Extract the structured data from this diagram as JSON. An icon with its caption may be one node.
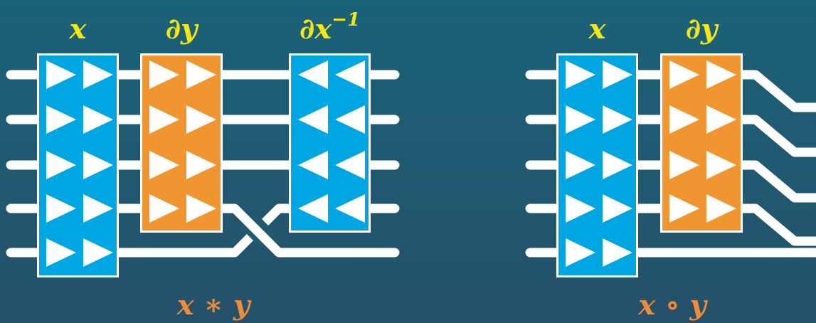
{
  "diagram": {
    "nodes": [
      {
        "text": [
          "x"
        ]
      },
      {
        "text": [
          "∂y"
        ]
      },
      {
        "text": [
          "∂x$^{−1}$"
        ]
      },
      {
        "text": [
          "x"
        ]
      },
      {
        "text": [
          "∂y"
        ]
      }
    ],
    "edges": [
      {
        "from": null,
        "to": 0,
        "arrow": "none"
      },
      {
        "from": null,
        "to": 0,
        "arrow": "none"
      },
      {
        "from": null,
        "to": 0,
        "arrow": "none"
      },
      {
        "from": null,
        "to": 0,
        "arrow": "none"
      },
      {
        "from": null,
        "to": 0,
        "arrow": "none"
      },
      {
        "from": 0,
        "to": 1,
        "arrow": "none"
      },
      {
        "from": 0,
        "to": 1,
        "arrow": "none"
      },
      {
        "from": 0,
        "to": 1,
        "arrow": "none"
      },
      {
        "from": 0,
        "to": 1,
        "arrow": "none"
      },
      {
        "from": 1,
        "to": 2,
        "arrow": "none"
      },
      {
        "from": 1,
        "to": 2,
        "arrow": "none"
      },
      {
        "from": 1,
        "to": 2,
        "arrow": "none"
      },
      {
        "from": 1,
        "to": null,
        "arrow": "none"
      },
      {
        "from": 0,
        "to": 2,
        "arrow": "none"
      },
      {
        "from": 2,
        "to": null,
        "arrow": "none"
      },
      {
        "from": 2,
        "to": null,
        "arrow": "none"
      },
      {
        "from": 2,
        "to": null,
        "arrow": "none"
      },
      {
        "from": 2,
        "to": null,
        "arrow": "none"
      },
      {
        "from": null,
        "to": 3,
        "arrow": "none"
      },
      {
        "from": null,
        "to": 3,
        "arrow": "none"
      },
      {
        "from": null,
        "to": 3,
        "arrow": "none"
      },
      {
        "from": null,
        "to": 3,
        "arrow": "none"
      },
      {
        "from": null,
        "to": 3,
        "arrow": "none"
      },
      {
        "from": 3,
        "to": 4,
        "arrow": "none"
      },
      {
        "from": 3,
        "to": 4,
        "arrow": "none"
      },
      {
        "from": 3,
        "to": 4,
        "arrow": "none"
      },
      {
        "from": 3,
        "to": 4,
        "arrow": "none"
      },
      {
        "from": 4,
        "to": null,
        "arrow": "none"
      },
      {
        "from": 4,
        "to": null,
        "arrow": "none"
      },
      {
        "from": 4,
        "to": null,
        "arrow": "none"
      },
      {
        "from": 4,
        "to": null,
        "arrow": "none"
      },
      {
        "from": 3,
        "to": null,
        "arrow": "none"
      }
    ],
    "labels": [
      "x ∗ y",
      "x ∘ y"
    ]
  }
}
